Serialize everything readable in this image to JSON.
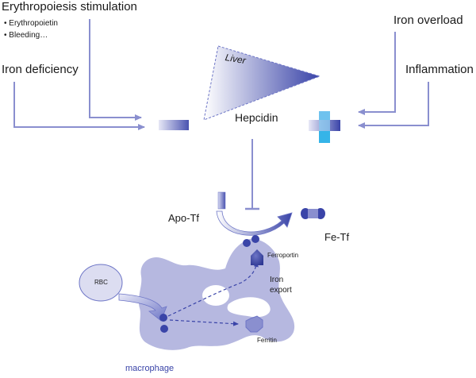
{
  "labels": {
    "erythropoiesis": "Erythropoiesis stimulation",
    "bullets": [
      "Erythropoietin",
      "Bleeding…"
    ],
    "iron_deficiency": "Iron deficiency",
    "iron_overload": "Iron overload",
    "inflammation": "Inflammation",
    "liver": "Liver",
    "hepcidin": "Hepcidin",
    "apo_tf": "Apo-Tf",
    "fe_tf": "Fe-Tf",
    "ferroportin": "Ferroportin",
    "iron_export": [
      "Iron",
      "export"
    ],
    "rbc": "RBC",
    "ferritin": "Ferritin",
    "macrophage": "macrophage"
  },
  "colors": {
    "arrow": "#8a8fcf",
    "macrophage": "#b6b8e0",
    "dark_blue": "#3a44a8",
    "mid_blue": "#6d75c6",
    "cyan": "#35b4e8",
    "text": "#1a1a1a",
    "macrophage_text": "#3a44a8"
  }
}
